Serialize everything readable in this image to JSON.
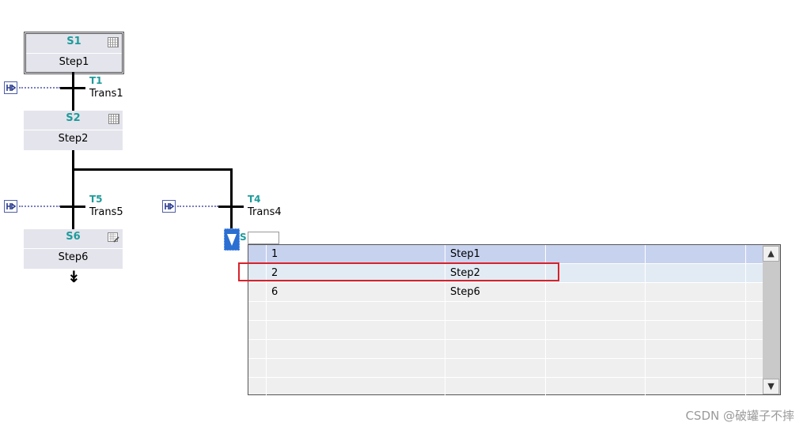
{
  "steps": {
    "s1": {
      "num": "S1",
      "name": "Step1"
    },
    "s2": {
      "num": "S2",
      "name": "Step2"
    },
    "s6": {
      "num": "S6",
      "name": "Step6"
    }
  },
  "transitions": {
    "t1": {
      "num": "T1",
      "name": "Trans1"
    },
    "t5": {
      "num": "T5",
      "name": "Trans5"
    },
    "t4": {
      "num": "T4",
      "name": "Trans4"
    }
  },
  "dropdown": {
    "prefix": "S",
    "input_value": "",
    "rows": [
      {
        "num": "1",
        "name": "Step1",
        "state": "selected"
      },
      {
        "num": "2",
        "name": "Step2",
        "state": "highlighted"
      },
      {
        "num": "6",
        "name": "Step6",
        "state": "normal"
      }
    ],
    "scroll_up": "▲",
    "scroll_down": "▼"
  },
  "jump_icon": "↡",
  "watermark": "CSDN @破罐子不摔"
}
